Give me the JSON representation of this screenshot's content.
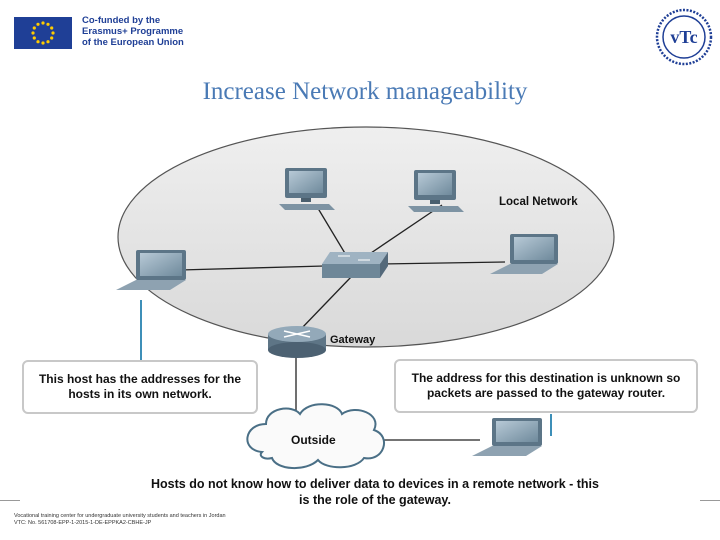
{
  "header": {
    "cofund_lines": [
      "Co-funded by the",
      "Erasmus+ Programme",
      "of the European Union"
    ],
    "logo_text": "vTc"
  },
  "slide": {
    "title": "Increase Network manageability"
  },
  "diagram": {
    "local_network_label": "Local Network",
    "gateway_label": "Gateway",
    "outside_label": "Outside",
    "callout_left": "This host has the addresses for the hosts in its own network.",
    "callout_right": "The address for this destination is unknown so packets are passed to the gateway router.",
    "caption": "Hosts do not know how to deliver data to devices in a remote network - this is the role of the gateway."
  },
  "footer": {
    "line1": "Vocational training center for undergraduate university students and teachers in Jordan",
    "line2": "VTC: No. 561708-EPP-1-2015-1-DE-EPPKA2-CBHE-JP"
  },
  "colors": {
    "title": "#4a7ab5",
    "eu_blue": "#1f3f96",
    "eu_star": "#ffcc00",
    "ellipse_fill": "#e4e4e4",
    "pointer_line": "#3d8fb8"
  }
}
